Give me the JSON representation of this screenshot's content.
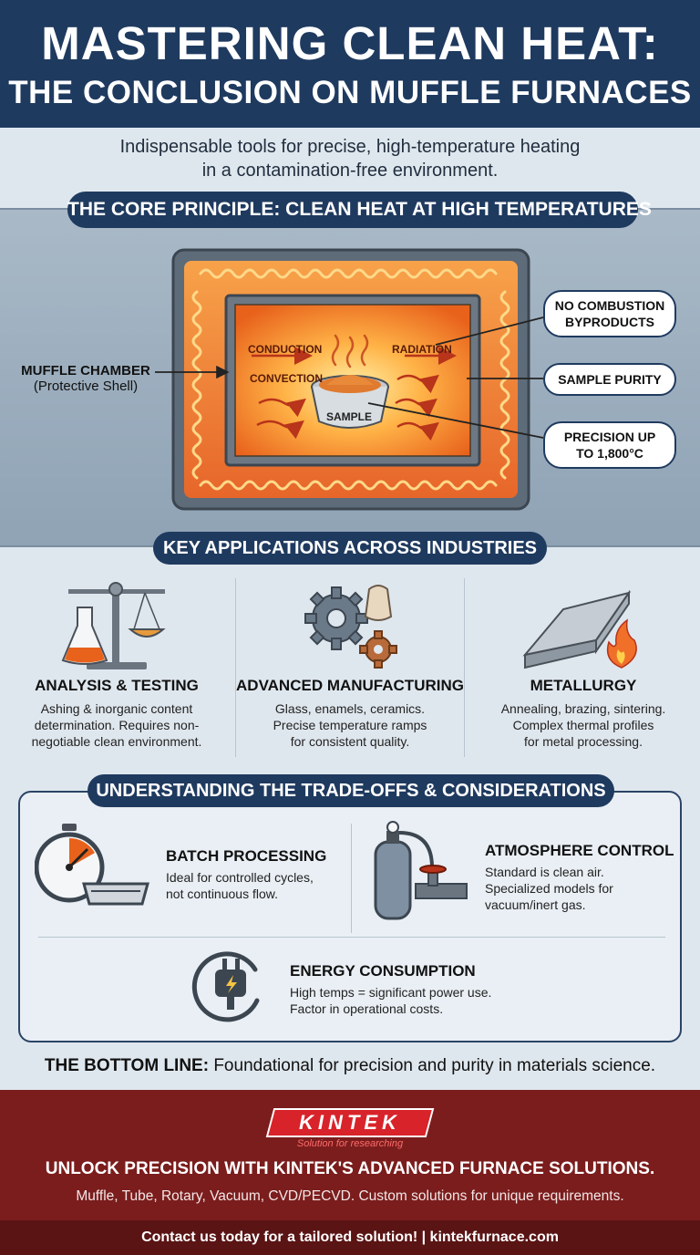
{
  "header": {
    "title_line1": "MASTERING CLEAN HEAT:",
    "title_line2": "THE CONCLUSION ON MUFFLE FURNACES"
  },
  "intro": {
    "line1": "Indispensable tools for precise, high-temperature heating",
    "line2": "in a contamination-free environment."
  },
  "core": {
    "heading": "THE CORE PRINCIPLE: CLEAN HEAT AT HIGH TEMPERATURES",
    "chamber_label": "MUFFLE CHAMBER",
    "chamber_sub": "(Protective Shell)",
    "conduction": "CONDUCTION",
    "convection": "CONVECTION",
    "radiation": "RADIATION",
    "sample": "SAMPLE",
    "callout_1_line1": "NO COMBUSTION",
    "callout_1_line2": "BYPRODUCTS",
    "callout_2": "SAMPLE PURITY",
    "callout_3_line1": "PRECISION UP",
    "callout_3_line2": "TO 1,800°C"
  },
  "applications": {
    "heading": "KEY APPLICATIONS ACROSS INDUSTRIES",
    "items": [
      {
        "name": "ANALYSIS & TESTING",
        "desc_line1": "Ashing & inorganic content",
        "desc_line2": "determination. Requires non-",
        "desc_line3": "negotiable clean environment.",
        "icon": "lab-scale-icon"
      },
      {
        "name": "ADVANCED MANUFACTURING",
        "desc_line1": "Glass, enamels, ceramics.",
        "desc_line2": "Precise temperature ramps",
        "desc_line3": "for consistent quality.",
        "icon": "gears-icon"
      },
      {
        "name": "METALLURGY",
        "desc_line1": "Annealing, brazing, sintering.",
        "desc_line2": "Complex thermal profiles",
        "desc_line3": "for metal processing.",
        "icon": "metal-bar-flame-icon"
      }
    ]
  },
  "tradeoffs": {
    "heading": "UNDERSTANDING THE TRADE-OFFS & CONSIDERATIONS",
    "batch": {
      "name": "BATCH PROCESSING",
      "desc_line1": "Ideal for controlled cycles,",
      "desc_line2": "not continuous flow."
    },
    "atmosphere": {
      "name": "ATMOSPHERE CONTROL",
      "desc_line1": "Standard is clean air.",
      "desc_line2": "Specialized models for",
      "desc_line3": "vacuum/inert gas."
    },
    "energy": {
      "name": "ENERGY CONSUMPTION",
      "desc_line1": "High temps = significant power use.",
      "desc_line2": "Factor in operational costs."
    }
  },
  "bottom_line": {
    "label": "THE BOTTOM LINE:",
    "text": " Foundational for precision and purity in materials science."
  },
  "footer": {
    "logo": "KINTEK",
    "tagline": "Solution for researching",
    "unlock": "UNLOCK PRECISION WITH KINTEK'S ADVANCED FURNACE SOLUTIONS.",
    "lineup": "Muffle, Tube, Rotary, Vacuum, CVD/PECVD. Custom solutions for unique requirements.",
    "contact": "Contact us today for a tailored solution! | kintekfurnace.com"
  },
  "colors": {
    "navy": "#1f3a5f",
    "heat_orange": "#f07b2a",
    "footer_red": "#7b1d1d",
    "brand_red": "#d8232a"
  }
}
